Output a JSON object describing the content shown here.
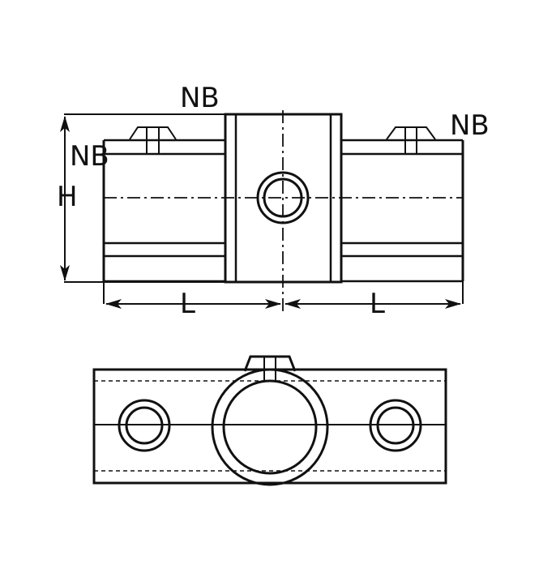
{
  "labels": {
    "nb_top": "NB",
    "nb_right": "NB",
    "nb_left": "NB",
    "height": "H",
    "length_left": "L",
    "length_right": "L"
  }
}
